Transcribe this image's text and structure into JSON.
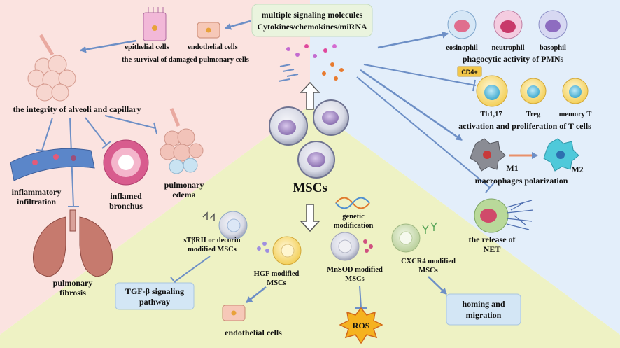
{
  "center": {
    "title": "MSCs",
    "top_box": [
      "multiple signaling molecules",
      "Cytokines/chemokines/miRNA"
    ]
  },
  "left": {
    "epithelial": "epithelial  cells",
    "endothelial": "endothelial  cells",
    "survival": "the survival of damaged pulmonary cells",
    "integrity": "the integrity of alveoli and capillary",
    "infiltration": [
      "inflammatory",
      "infiltration"
    ],
    "bronchus": [
      "inflamed",
      "bronchus"
    ],
    "edema": [
      "pulmonary",
      "edema"
    ],
    "fibrosis": [
      "pulmonary",
      "fibrosis"
    ]
  },
  "right": {
    "eosinophil": "eosinophil",
    "neutrophil": "neutrophil",
    "basophil": "basophil",
    "phagocytic": "phagocytic activity of PMNs",
    "cd4": "CD4+",
    "th": "Th1,17",
    "treg": "Treg",
    "memory": "memory T",
    "tcell": "activation and proliferation of T cells",
    "m1": "M1",
    "m2": "M2",
    "macro": "macrophages polarization",
    "net": [
      "the release of",
      "NET"
    ]
  },
  "bottom": {
    "genetic": [
      "genetic",
      "modification"
    ],
    "stb": [
      "sTβRII or decorin",
      "modified MSCs"
    ],
    "tgf": [
      "TGF-β signaling",
      "pathway"
    ],
    "hgf": [
      "HGF modified",
      "MSCs"
    ],
    "endo": "endothelial  cells",
    "mnsod": [
      "MnSOD modified",
      "MSCs"
    ],
    "ros": "ROS",
    "cxcr4": [
      "CXCR4 modified",
      "MSCs"
    ],
    "homing": [
      "homing and",
      "migration"
    ]
  },
  "colors": {
    "left_bg": "#fbe3e0",
    "right_bg": "#e3eefa",
    "bottom_bg": "#eef2c4",
    "arrow": "#6d8fc6",
    "box_bg": "#d3e6f5"
  }
}
